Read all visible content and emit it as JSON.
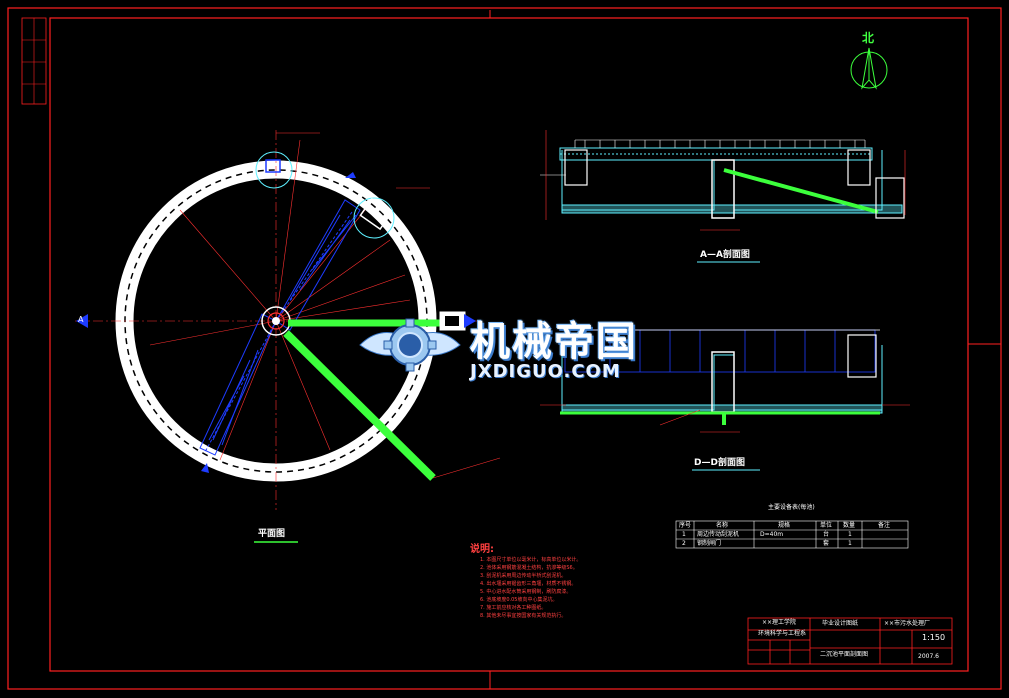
{
  "north_label": "北",
  "plan_label": "平面图",
  "section_aa_label": "A—A剖面图",
  "section_bb_label": "D—D剖面图",
  "axis_marker": "A",
  "watermark": {
    "cn": "机械帝国",
    "en": "JXDIGUO.COM"
  },
  "notes": {
    "title": "说明:",
    "lines": [
      "1. 本图尺寸单位以毫米计，标高单位以米计。",
      "2. 池体采用钢筋混凝土结构，抗渗等级S6。",
      "3. 刮泥机采用周边传动半桥式刮泥机。",
      "4. 出水堰采用锯齿形三角堰，材质不锈钢。",
      "5. 中心进水配水筒采用钢制，刷防腐漆。",
      "6. 池底坡度0.05坡向中心集泥坑。",
      "7. 施工前应核对各工种图纸。",
      "8. 其他未尽事宜按国家有关规范执行。"
    ]
  },
  "equipment_table": {
    "title": "主要设备表(每池)",
    "headers": [
      "序号",
      "名称",
      "规格",
      "单位",
      "数量",
      "备注"
    ],
    "rows": [
      [
        "1",
        "周边传动刮泥机",
        "D=40m",
        "台",
        "1",
        ""
      ],
      [
        "2",
        "钢制闸门",
        "",
        "套",
        "1",
        ""
      ]
    ]
  },
  "title_block": {
    "school": "××理工学院",
    "dept": "环境科学与工程系",
    "project": "毕业设计图纸",
    "client": "××市污水处理厂",
    "drawing": "二沉池平面剖面图",
    "scale": "1:150",
    "date": "2007.6"
  },
  "colors": {
    "frame": "#ff2020",
    "ring": "#ffffff",
    "pipe": "#3cff3c",
    "bridge": "#1e3cff",
    "dim": "#ff3030",
    "water": "#5ef0ff"
  }
}
